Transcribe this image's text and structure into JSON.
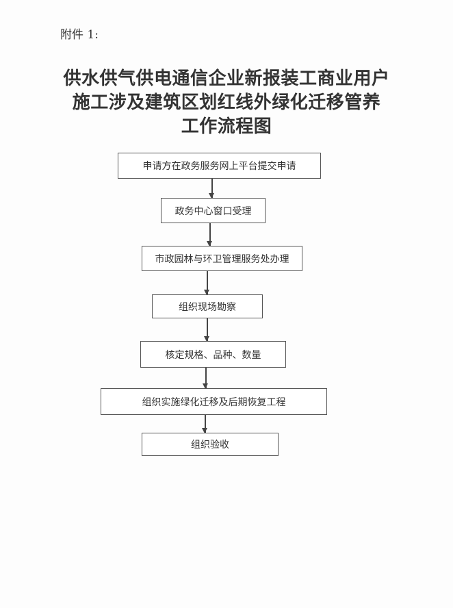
{
  "attachment_label": "附件 1:",
  "title_lines": [
    "供水供气供电通信企业新报装工商业用户",
    "施工涉及建筑区划红线外绿化迁移管养",
    "工作流程图"
  ],
  "flow_steps": [
    "申请方在政务服务网上平台提交申请",
    "政务中心窗口受理",
    "市政园林与环卫管理服务处办理",
    "组织现场勘察",
    "核定规格、品种、数量",
    "组织实施绿化迁移及后期恢复工程",
    "组织验收"
  ]
}
